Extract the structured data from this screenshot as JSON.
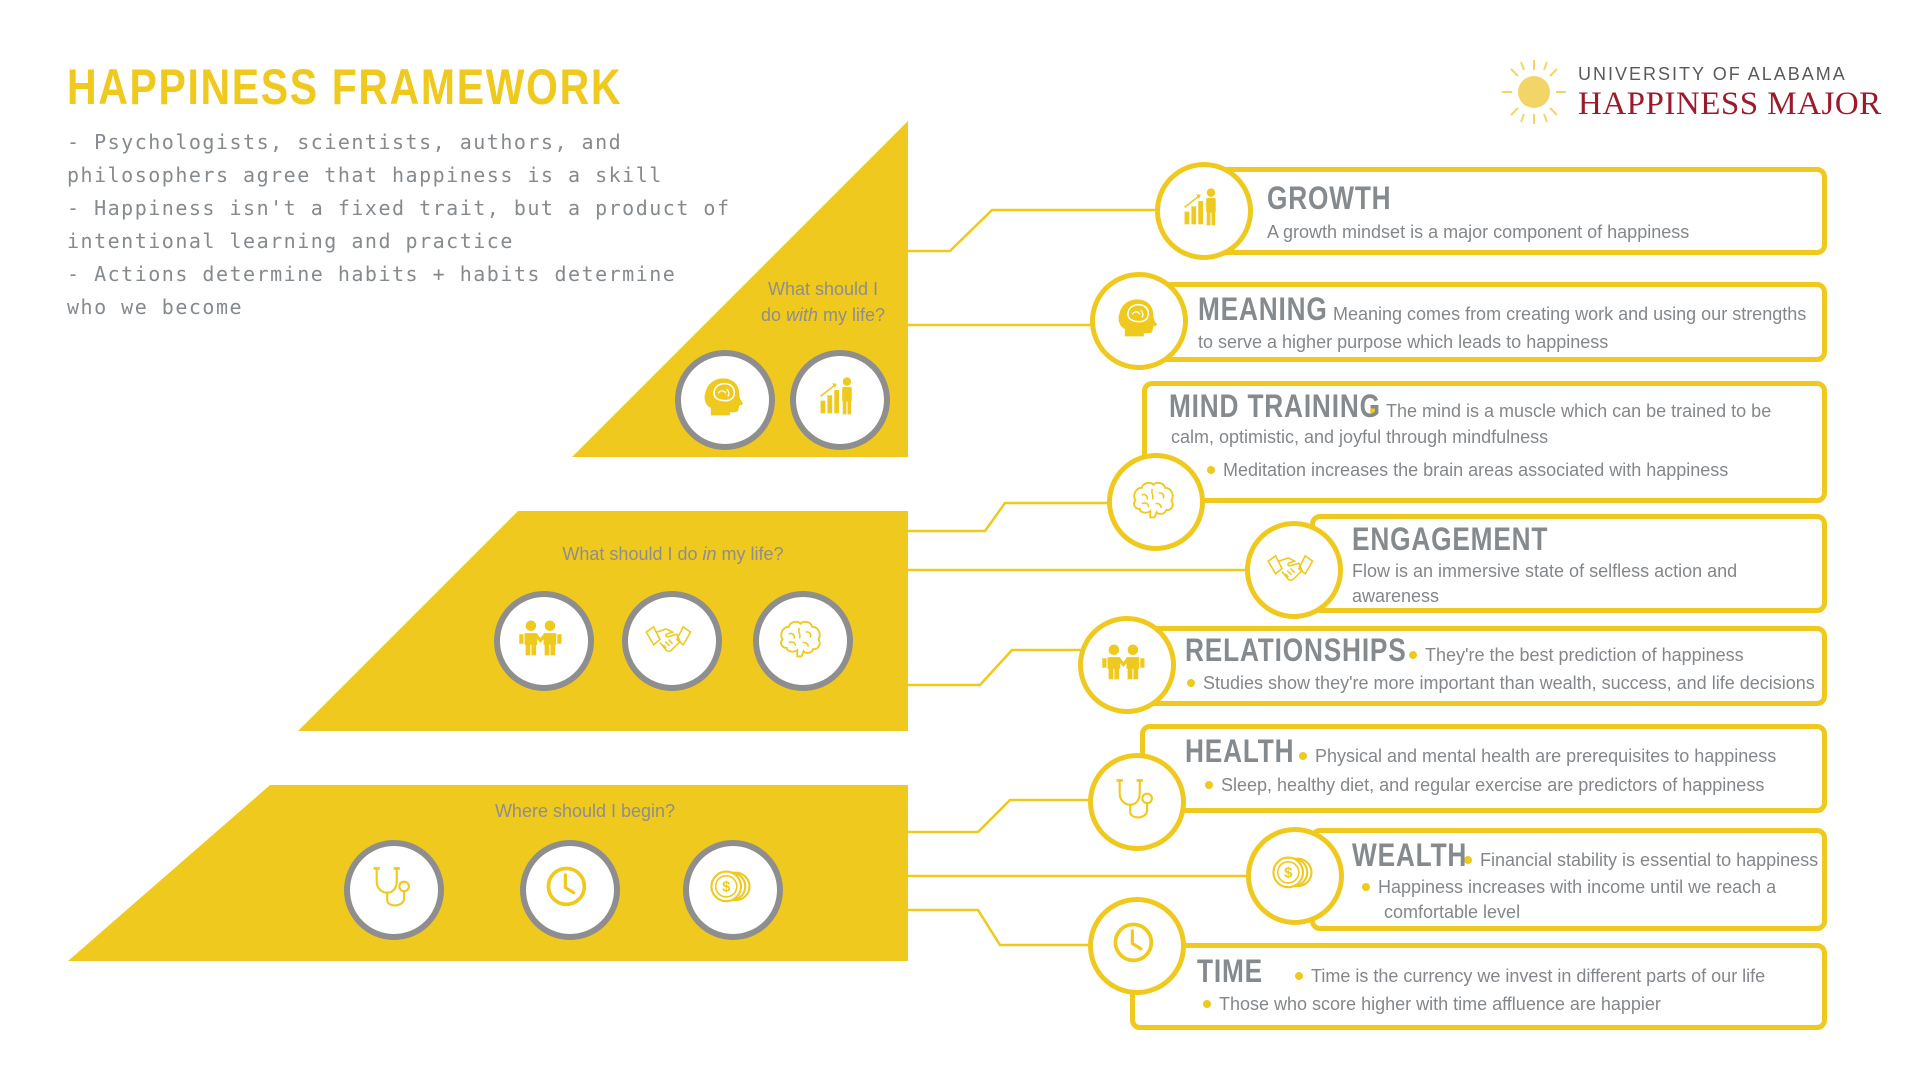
{
  "title": "HAPPINESS FRAMEWORK",
  "intro": [
    "- Psychologists, scientists, authors, and",
    "philosophers agree that happiness is a skill",
    "- Happiness isn't a fixed trait, but a product of",
    "intentional learning and practice",
    "- Actions determine habits + habits determine",
    "who we become"
  ],
  "brand": {
    "line1": "UNIVERSITY OF ALABAMA",
    "line2": "HAPPINESS MAJOR"
  },
  "colors": {
    "accent": "#efc91d",
    "gray": "#8e8e8e",
    "text": "#858a8f",
    "brand_red": "#9b1b2c"
  },
  "tiers": {
    "top": {
      "q1": "What should I",
      "q2_pre": "do ",
      "q2_em": "with",
      "q2_post": " my life?",
      "icons": [
        "head-icon",
        "growth-chart-icon"
      ]
    },
    "middle": {
      "q_pre": "What should I do ",
      "q_em": "in",
      "q_post": " my life?",
      "icons": [
        "people-icon",
        "handshake-icon",
        "brain-icon"
      ]
    },
    "bottom": {
      "q": "Where should I begin?",
      "icons": [
        "stethoscope-icon",
        "clock-icon",
        "coins-icon"
      ]
    }
  },
  "cards": {
    "growth": {
      "title": "GROWTH",
      "text": "A growth mindset is a major component of happiness",
      "icon": "growth-chart-icon"
    },
    "meaning": {
      "title": "MEANING",
      "text1": "Meaning comes from creating work and using our strengths",
      "text2": "to serve a higher purpose which leads to happiness",
      "icon": "head-icon"
    },
    "mind_training": {
      "title": "MIND TRAINING",
      "b1a": "The mind is a muscle which can be trained to be",
      "b1b": "calm, optimistic, and joyful through mindfulness",
      "b2": "Meditation increases the brain areas associated with happiness",
      "icon": "brain-icon"
    },
    "engagement": {
      "title": "ENGAGEMENT",
      "t1": "Flow is an immersive state of selfless action and",
      "t2": "awareness",
      "icon": "handshake-icon"
    },
    "relationships": {
      "title": "RELATIONSHIPS",
      "b1": "They're the best prediction of happiness",
      "b2": "Studies show they're more important than wealth, success, and life decisions",
      "icon": "people-icon"
    },
    "health": {
      "title": "HEALTH",
      "b1": "Physical and mental health are prerequisites to happiness",
      "b2": "Sleep, healthy diet, and regular exercise are predictors of happiness",
      "icon": "stethoscope-icon"
    },
    "wealth": {
      "title": "WEALTH",
      "b1": "Financial stability is essential to happiness",
      "b2a": "Happiness increases with income until we reach a",
      "b2b": "comfortable level",
      "icon": "coins-icon"
    },
    "time": {
      "title": "TIME",
      "b1": "Time is the currency we invest in different parts of our life",
      "b2": "Those who score higher with time affluence are happier",
      "icon": "clock-icon"
    }
  }
}
